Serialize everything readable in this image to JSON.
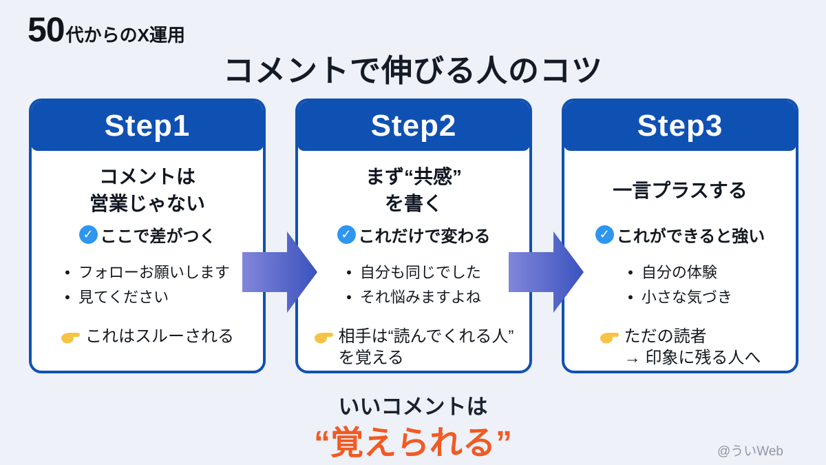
{
  "brand": {
    "big": "50",
    "rest": "代からのX運用"
  },
  "title": "コメントで伸びる人のコツ",
  "colors": {
    "background": "#eef1f8",
    "card_blue": "#0f51b3",
    "check_blue": "#2e96ee",
    "arrow_gradient_start": "#8186da",
    "arrow_gradient_end": "#3a53be",
    "accent_orange": "#f15a22",
    "credit_gray": "#9097a3"
  },
  "steps": [
    {
      "label": "Step1",
      "heading": "コメントは\n営業じゃない",
      "check": "ここで差がつく",
      "bullets": [
        "フォローお願いします",
        "見てください"
      ],
      "finger": "これはスルーされる"
    },
    {
      "label": "Step2",
      "heading": "まず“共感”\nを書く",
      "check": "これだけで変わる",
      "bullets": [
        "自分も同じでした",
        "それ悩みますよね"
      ],
      "finger": "相手は“読んでくれる人”\nを覚える"
    },
    {
      "label": "Step3",
      "heading": "一言プラスする",
      "check": "これができると強い",
      "bullets": [
        "自分の体験",
        "小さな気づき"
      ],
      "finger": "ただの読者\n→ 印象に残る人へ"
    }
  ],
  "footer": {
    "line1": "いいコメントは",
    "line2": "“覚えられる”",
    "credit": "@ういWeb"
  },
  "icons": {
    "check": "check-circle-icon",
    "finger": "pointing-finger-icon",
    "arrow": "flow-arrow-icon"
  }
}
